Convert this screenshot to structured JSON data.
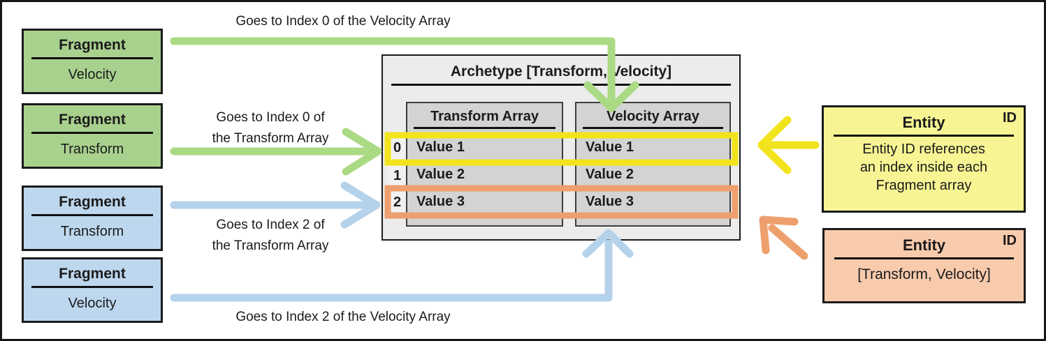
{
  "colors": {
    "canvas_bg": "#ffffff",
    "green_fill": "#a9d18e",
    "green_arrow": "#abda84",
    "blue_fill": "#bdd7ee",
    "blue_arrow": "#b5d2eb",
    "yellow_fill": "#f7f494",
    "yellow_accent": "#f2e41c",
    "orange_fill": "#f8cbad",
    "orange_accent": "#eda06e",
    "archetype_fill": "#ececec",
    "array_fill": "#d3d3d3"
  },
  "fragments": [
    {
      "title": "Fragment",
      "component": "Velocity",
      "color": "green"
    },
    {
      "title": "Fragment",
      "component": "Transform",
      "color": "green"
    },
    {
      "title": "Fragment",
      "component": "Transform",
      "color": "blue"
    },
    {
      "title": "Fragment",
      "component": "Velocity",
      "color": "blue"
    }
  ],
  "arrow_labels": {
    "top": "Goes to Index 0 of the Velocity Array",
    "green_mid": [
      "Goes to Index 0 of",
      "the Transform Array"
    ],
    "blue_mid": [
      "Goes to Index 2 of",
      "the Transform Array"
    ],
    "bottom": "Goes to Index 2 of the Velocity Array"
  },
  "archetype": {
    "title": "Archetype [Transform, Velocity]",
    "row_indices": [
      "0",
      "1",
      "2"
    ],
    "columns": [
      {
        "header": "Transform Array",
        "rows": [
          "Value 1",
          "Value 2",
          "Value 3"
        ]
      },
      {
        "header": "Velocity Array",
        "rows": [
          "Value 1",
          "Value 2",
          "Value 3"
        ]
      }
    ]
  },
  "entities": [
    {
      "badge": "ID",
      "title": "Entity",
      "body_lines": [
        "Entity ID references",
        "an index inside each",
        "Fragment array"
      ],
      "color": "yellow"
    },
    {
      "badge": "ID",
      "title": "Entity",
      "body_lines": [
        "[Transform, Velocity]"
      ],
      "color": "orange"
    }
  ]
}
